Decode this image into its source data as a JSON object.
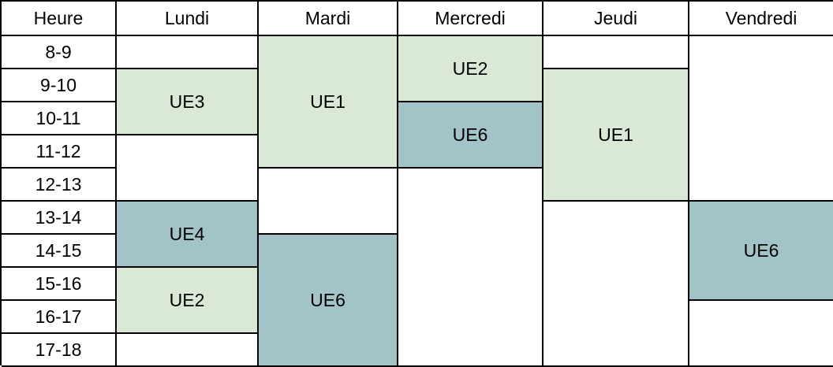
{
  "headers": {
    "hour": "Heure",
    "mon": "Lundi",
    "tue": "Mardi",
    "wed": "Mercredi",
    "thu": "Jeudi",
    "fri": "Vendredi"
  },
  "hours": [
    "8-9",
    "9-10",
    "10-11",
    "11-12",
    "12-13",
    "13-14",
    "14-15",
    "15-16",
    "16-17",
    "17-18"
  ],
  "colors": {
    "light_green": "#d9e9d5",
    "teal": "#a2c3c8",
    "border": "#000000"
  },
  "courses": {
    "mon_ue3": "UE3",
    "mon_ue4": "UE4",
    "mon_ue2": "UE2",
    "tue_ue1": "UE1",
    "tue_ue6": "UE6",
    "wed_ue2": "UE2",
    "wed_ue6": "UE6",
    "thu_ue1": "UE1",
    "fri_ue6": "UE6"
  }
}
